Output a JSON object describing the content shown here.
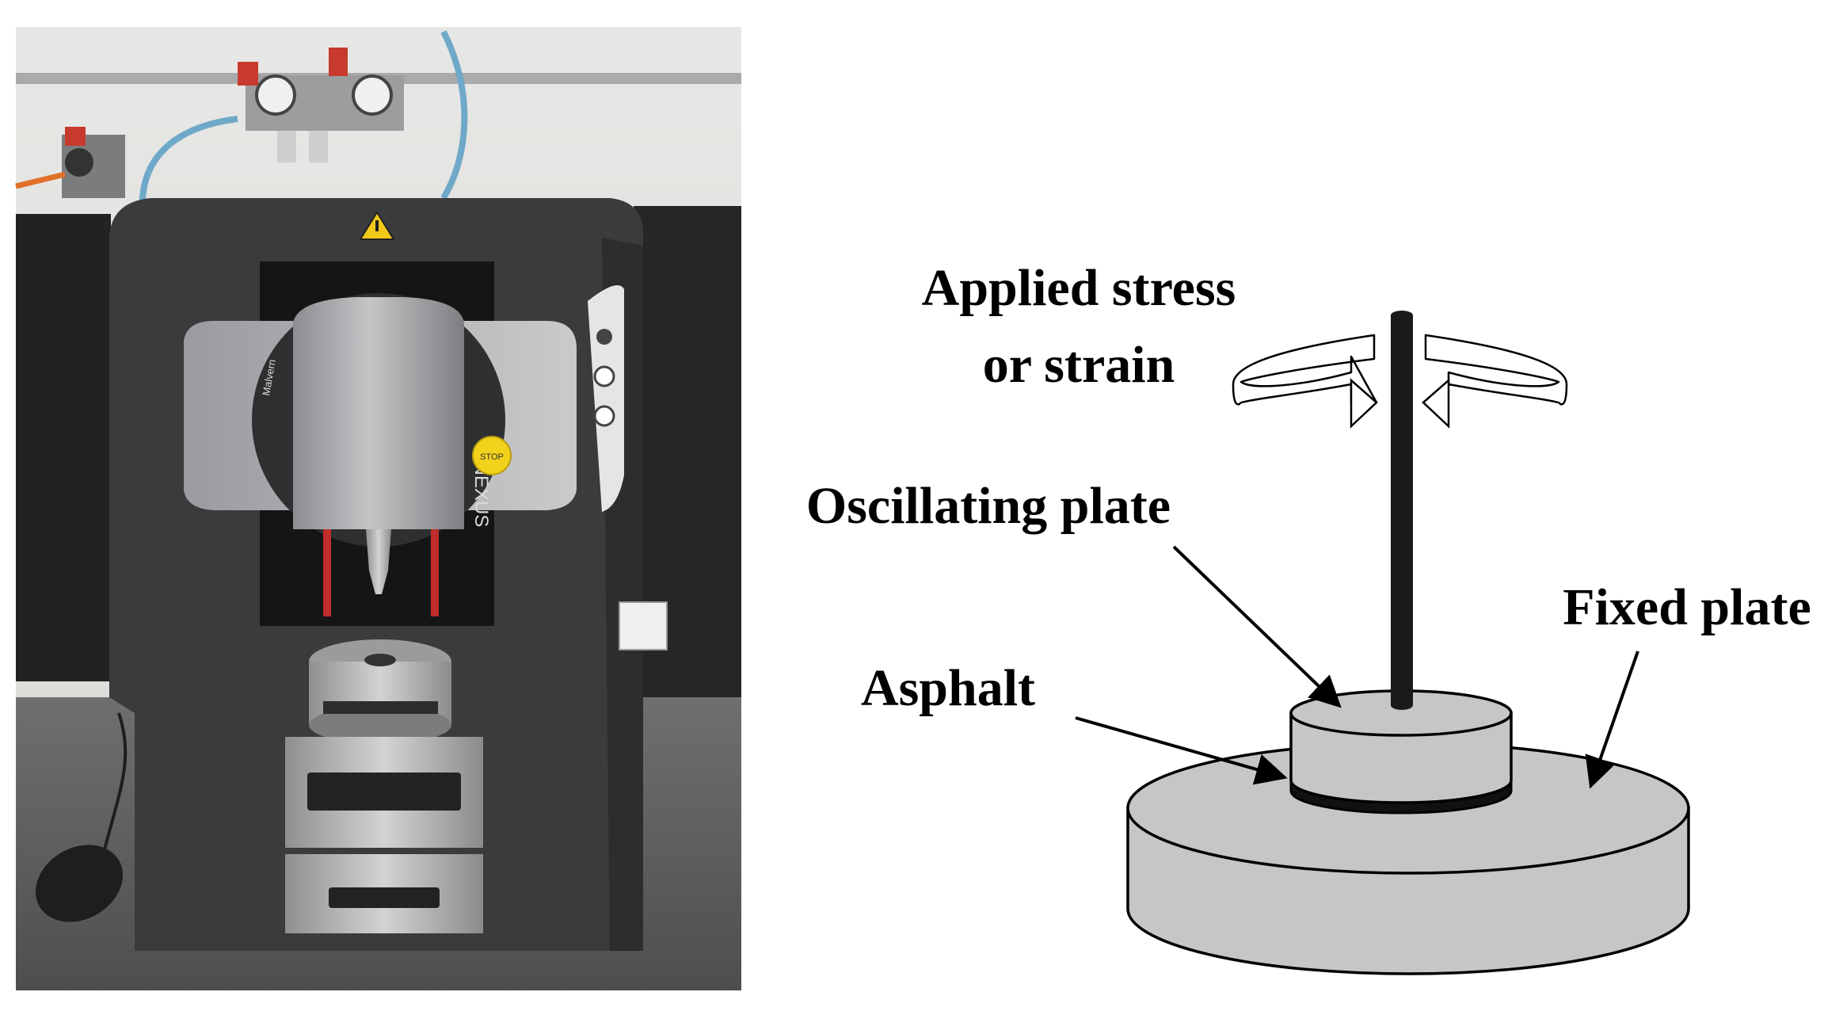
{
  "photo": {
    "brand_text": "KINEXUS",
    "maker_text": "Malvern",
    "stop_button_text": "STOP"
  },
  "diagram": {
    "labels": {
      "applied_line1": "Applied stress",
      "applied_line2": "or strain",
      "oscillating": "Oscillating plate",
      "fixed": "Fixed plate",
      "asphalt": "Asphalt"
    }
  },
  "colors": {
    "plate_fill": "#c6c6c6",
    "asphalt_band": "#111111",
    "shaft": "#1a1a1a",
    "instrument_body": "#3a3b3d",
    "instrument_head": "#a8a9ab",
    "stop_button": "#f3d21c"
  }
}
